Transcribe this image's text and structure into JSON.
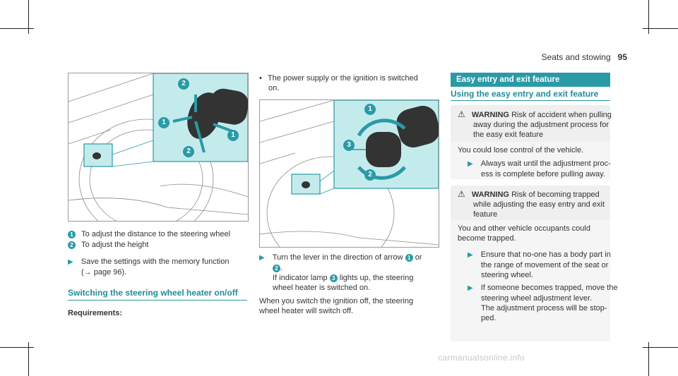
{
  "header": {
    "section": "Seats and stowing",
    "page_number": "95"
  },
  "callouts": [
    "1",
    "2",
    "3"
  ],
  "left_column": {
    "items": [
      {
        "num": "1",
        "text": "To adjust the distance to the steering wheel"
      },
      {
        "num": "2",
        "text": "To adjust the height"
      }
    ],
    "step1_line1": "Save the settings with the memory function",
    "step1_line2": "(→ page 96).",
    "section_title": "Switching the steering wheel heater on/off",
    "requirements": "Requirements:"
  },
  "middle_column": {
    "bullet_line1": "The power supply or the ignition is switched",
    "bullet_line2": "on.",
    "step_a": "Turn the lever in the direction of arrow",
    "step_or": "or",
    "step_dot": ".",
    "step_b1": "If indicator lamp",
    "step_b2": "lights up, the steering",
    "step_b3": "wheel heater is switched on.",
    "after1": "When you switch the ignition off, the steering",
    "after2": "wheel heater will switch off."
  },
  "right_column": {
    "banner": "Easy entry and exit feature",
    "subheading": "Using the easy entry and exit feature",
    "warning1": {
      "label": "WARNING",
      "l1": "Risk of accident when pulling",
      "l2": "away during the adjustment process for",
      "l3": "the easy exit feature",
      "body": "You could lose control of the vehicle.",
      "step1": "Always wait until the adjustment proc-",
      "step2": "ess is complete before pulling away."
    },
    "warning2": {
      "label": "WARNING",
      "l1": "Risk of becoming trapped",
      "l2": "while adjusting the easy entry and exit",
      "l3": "feature",
      "body1": "You and other vehicle occupants could",
      "body2": "become trapped.",
      "s1a": "Ensure that no-one has a body part in",
      "s1b": "the range of movement of the seat or",
      "s1c": "steering wheel.",
      "s2a": "If someone becomes trapped, move the",
      "s2b": "steering wheel adjustment lever.",
      "s2c": "The adjustment process will be stop-",
      "s2d": "ped."
    }
  },
  "watermark": "carmanualsonline.info",
  "colors": {
    "accent": "#2a9aa6",
    "inset": "#c4ebec"
  }
}
